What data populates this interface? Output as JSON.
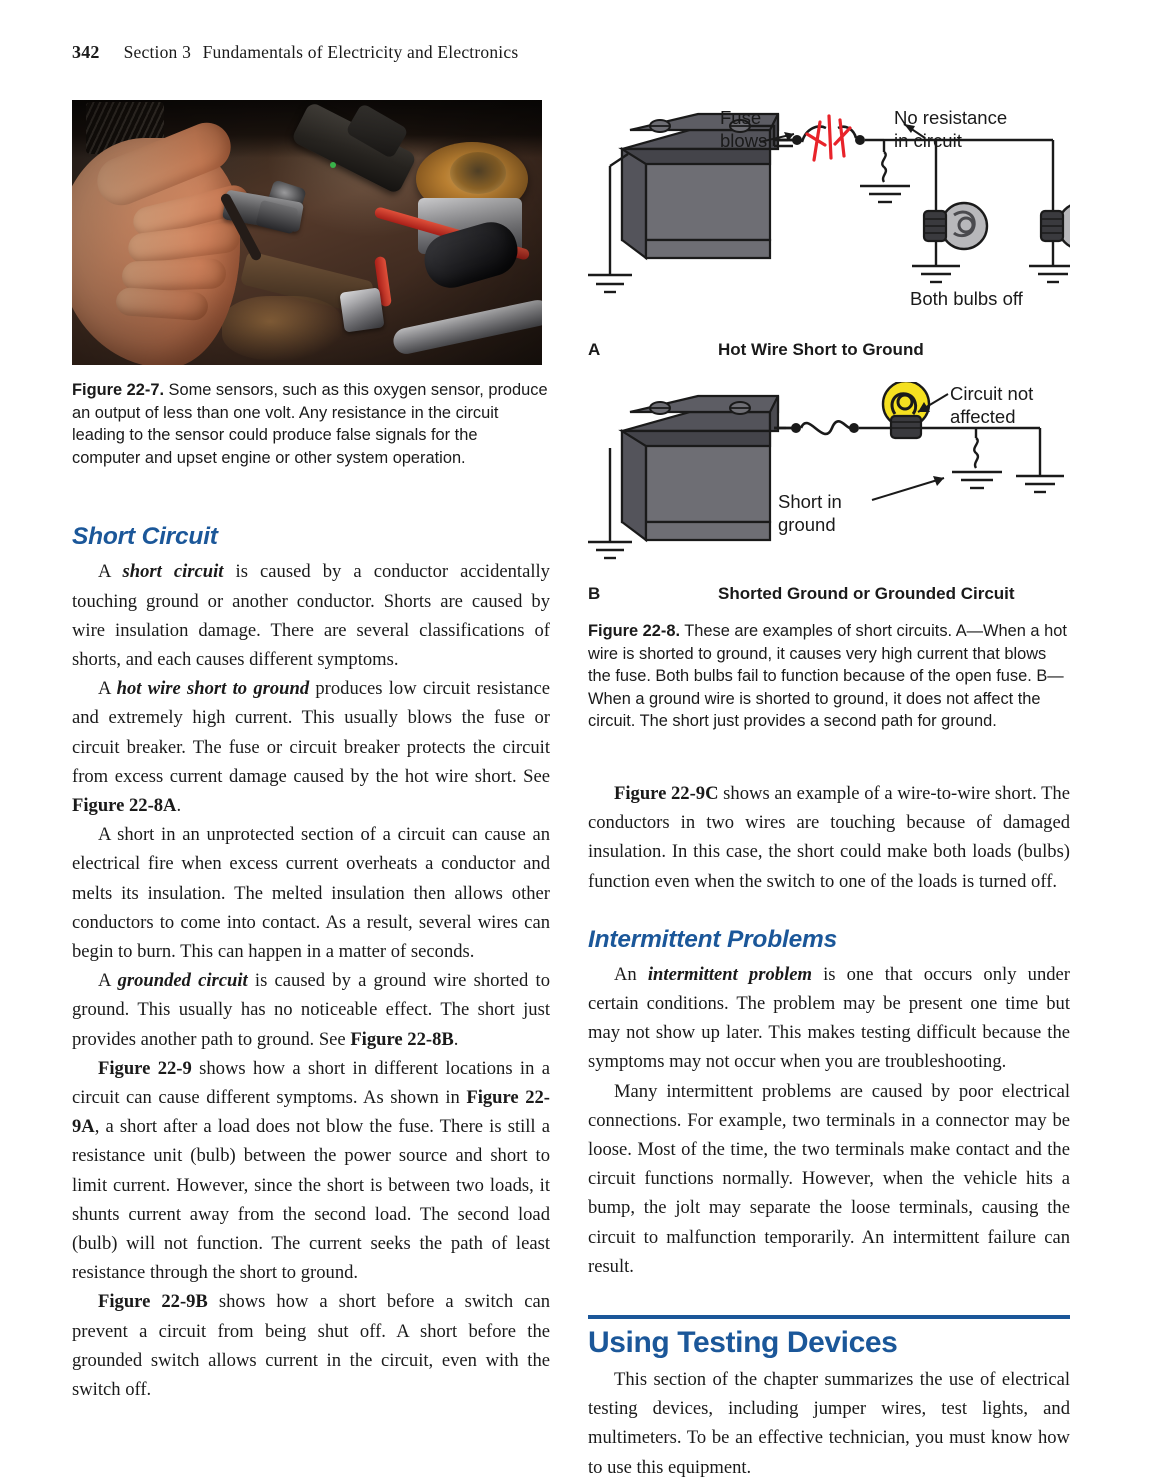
{
  "page": {
    "folio": "342",
    "section": "Section 3",
    "section_title": "Fundamentals of Electricity and Electronics",
    "accent_blue": "#1b5799",
    "spark_red": "#e8232a",
    "bulb_yellow": "#f5e020",
    "battery_gray": "#6e6e74"
  },
  "figure_22_7": {
    "photo_alt": "technician-hand-holding-oxygen-sensor-connector-in-engine-bay",
    "caption_lead": "Figure 22-7.",
    "caption_text": " Some sensors, such as this oxygen sensor, produce an output of less than one volt. Any resistance in the circuit leading to the sensor could produce false signals for the computer and upset engine or other system operation."
  },
  "figure_22_8": {
    "diagram_a": {
      "letter": "A",
      "title": "Hot Wire Short to Ground",
      "labels": {
        "fuse_blows_line1": "Fuse",
        "fuse_blows_line2": "blows",
        "no_resistance_line1": "No resistance",
        "no_resistance_line2": "in circuit",
        "bulbs_off": "Both bulbs off"
      }
    },
    "diagram_b": {
      "letter": "B",
      "title": "Shorted Ground or Grounded Circuit",
      "labels": {
        "circuit_not_affected_line1": "Circuit not",
        "circuit_not_affected_line2": "affected",
        "short_in_ground_line1": "Short in",
        "short_in_ground_line2": "ground"
      }
    },
    "caption_lead": "Figure 22-8.",
    "caption_text": " These are examples of short circuits. A—When a hot wire is shorted to ground, it causes very high current that blows the fuse. Both bulbs fail to function because of the open fuse. B—When a ground wire is shorted to ground, it does not affect the circuit. The short just provides a second path for ground."
  },
  "left_column": {
    "heading_short_circuit": "Short Circuit",
    "paragraphs": [
      {
        "parts": [
          {
            "t": "A ",
            "s": "n"
          },
          {
            "t": "short circuit",
            "s": "i"
          },
          {
            "t": " is caused by a conductor accidentally touching ground or another conductor. Shorts are caused by wire insulation damage. There are several classifications of shorts, and each causes different symptoms.",
            "s": "n"
          }
        ]
      },
      {
        "parts": [
          {
            "t": "A ",
            "s": "n"
          },
          {
            "t": "hot wire short to ground",
            "s": "i"
          },
          {
            "t": " produces low circuit resistance and extremely high current. This usually blows the fuse or circuit breaker. The fuse or circuit breaker protects the circuit from excess current damage caused by the hot wire short. See ",
            "s": "n"
          },
          {
            "t": "Figure 22-8A",
            "s": "b"
          },
          {
            "t": ".",
            "s": "n"
          }
        ]
      },
      {
        "parts": [
          {
            "t": "A short in an unprotected section of a circuit can cause an electrical fire when excess current overheats a conductor and melts its insulation. The melted insulation then allows other conductors to come into contact. As a result, several wires can begin to burn. This can happen in a matter of seconds.",
            "s": "n"
          }
        ]
      },
      {
        "parts": [
          {
            "t": "A ",
            "s": "n"
          },
          {
            "t": "grounded circuit",
            "s": "i"
          },
          {
            "t": " is caused by a ground wire shorted to ground. This usually has no noticeable effect. The short just provides another path to ground. See ",
            "s": "n"
          },
          {
            "t": "Figure 22-8B",
            "s": "b"
          },
          {
            "t": ".",
            "s": "n"
          }
        ]
      },
      {
        "parts": [
          {
            "t": "Figure 22-9",
            "s": "b"
          },
          {
            "t": " shows how a short in different locations in a circuit can cause different symptoms. As shown in ",
            "s": "n"
          },
          {
            "t": "Figure 22-9A",
            "s": "b"
          },
          {
            "t": ", a short after a load does not blow the fuse. There is still a resistance unit (bulb) between the power source and short to limit current. However, since the short is between two loads, it shunts current away from the second load. The second load (bulb) will not function. The current seeks the path of least resistance through the short to ground.",
            "s": "n"
          }
        ]
      },
      {
        "parts": [
          {
            "t": "Figure 22-9B",
            "s": "b"
          },
          {
            "t": " shows how a short before a switch can prevent a circuit from being shut off. A short before the grounded switch allows current in the circuit, even with the switch off.",
            "s": "n"
          }
        ]
      }
    ]
  },
  "right_column": {
    "heading_intermittent": "Intermittent Problems",
    "heading_using_testing_devices": "Using Testing Devices",
    "paragraphs_top": [
      {
        "parts": [
          {
            "t": "Figure 22-9C",
            "s": "b"
          },
          {
            "t": " shows an example of a wire-to-wire short. The conductors in two wires are touching because of damaged insulation. In this case, the short could make both loads (bulbs) function even when the switch to one of the loads is turned off.",
            "s": "n"
          }
        ]
      }
    ],
    "paragraphs_intermittent": [
      {
        "parts": [
          {
            "t": "An ",
            "s": "n"
          },
          {
            "t": "intermittent problem",
            "s": "i"
          },
          {
            "t": " is one that occurs only under certain conditions. The problem may be present one time but may not show up later. This makes testing difficult because the symptoms may not occur when you are troubleshooting.",
            "s": "n"
          }
        ]
      },
      {
        "parts": [
          {
            "t": "Many intermittent problems are caused by poor electrical connections. For example, two terminals in a connector may be loose. Most of the time, the two terminals make contact and the circuit functions normally. However, when the vehicle hits a bump, the jolt may separate the loose terminals, causing the circuit to malfunction temporarily. An intermittent failure can result.",
            "s": "n"
          }
        ]
      }
    ],
    "paragraphs_testing": [
      {
        "parts": [
          {
            "t": "This section of the chapter summarizes the use of electrical testing devices, including jumper wires, test lights, and multimeters. To be an effective technician, you must know how to use this equipment.",
            "s": "n"
          }
        ]
      }
    ]
  }
}
